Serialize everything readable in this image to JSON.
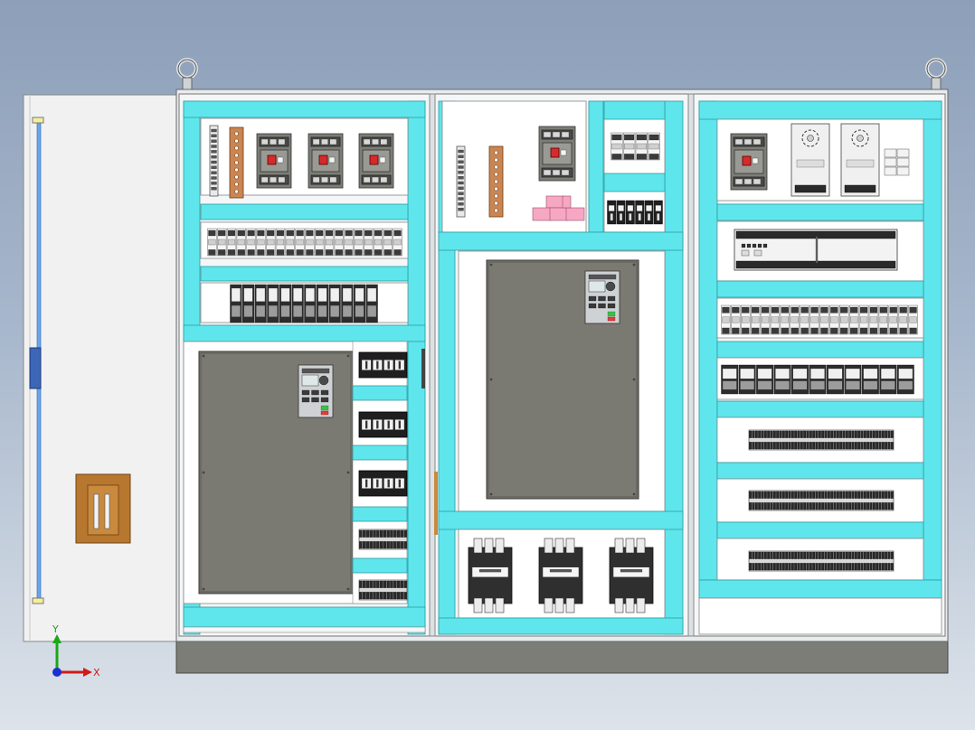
{
  "colors": {
    "background_top": "#8d9fb9",
    "background_bottom": "#dde3ea",
    "rail": "#5ee6ec",
    "panel": "#ffffff",
    "frame": "#f4f6f7",
    "door": "#f1f1f1",
    "base": "#7b7d76",
    "vfd": "#7a7a72",
    "busbar": "#c98552",
    "terminal_pink": "#f6a7c2",
    "door_handle": "#b8772e",
    "axis_x": "#d11a1a",
    "axis_y": "#18a818",
    "axis_origin": "#1d2fd0"
  },
  "view": {
    "triad": {
      "x_label": "X",
      "y_label": "Y"
    }
  },
  "cabinet": {
    "sections": [
      {
        "name": "left-section",
        "breakers": 3,
        "relay_rows": 2,
        "vfd": 1
      },
      {
        "name": "middle-section",
        "breakers": 1,
        "contactors": 3,
        "vfd": 1
      },
      {
        "name": "right-section",
        "breakers": 1,
        "power_supplies": 2,
        "plc": 1,
        "terminal_rows": 3
      }
    ]
  }
}
